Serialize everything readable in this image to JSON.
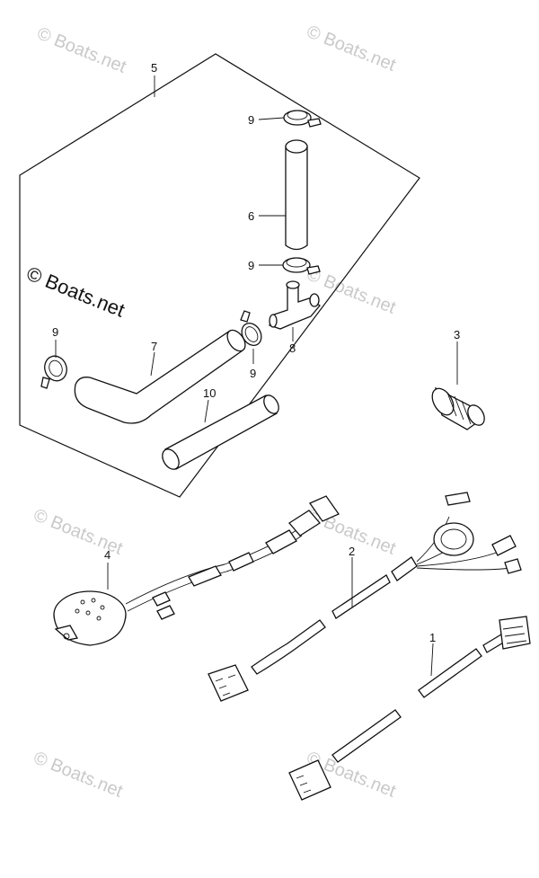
{
  "diagram": {
    "watermark_text": "© Boats.net",
    "callouts": [
      {
        "id": "c5",
        "label": "5"
      },
      {
        "id": "c9a",
        "label": "9"
      },
      {
        "id": "c6",
        "label": "6"
      },
      {
        "id": "c9b",
        "label": "9"
      },
      {
        "id": "c8",
        "label": "8"
      },
      {
        "id": "c9c",
        "label": "9"
      },
      {
        "id": "c9d",
        "label": "9"
      },
      {
        "id": "c7",
        "label": "7"
      },
      {
        "id": "c10",
        "label": "10"
      },
      {
        "id": "c3",
        "label": "3"
      },
      {
        "id": "c4",
        "label": "4"
      },
      {
        "id": "c2",
        "label": "2"
      },
      {
        "id": "c1",
        "label": "1"
      }
    ]
  }
}
